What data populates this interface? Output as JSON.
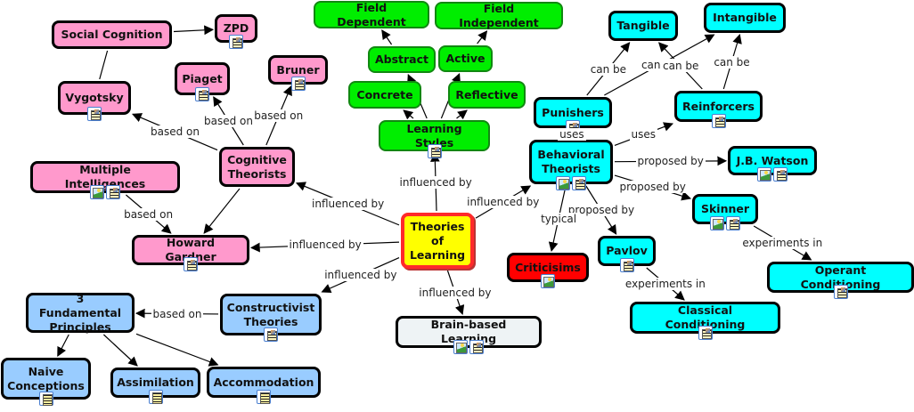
{
  "title": "Theories of Learning",
  "colors": {
    "cognitive": "#ff99cc",
    "learning_styles": "#00ee00",
    "behavioral": "#00ffff",
    "constructivist": "#99ccff",
    "root": "#ffff00",
    "root_border": "#ff2a2a",
    "criticisms": "#ff0000",
    "brain": "#eef3f5"
  },
  "nodes": {
    "root": {
      "label": "Theories of Learning",
      "lines": [
        "Theories",
        "of",
        "Learning"
      ],
      "icons": []
    },
    "social_cognition": {
      "label": "Social Cognition",
      "icons": []
    },
    "zpd": {
      "label": "ZPD",
      "icons": [
        "document-icon"
      ]
    },
    "vygotsky": {
      "label": "Vygotsky",
      "icons": [
        "document-icon"
      ]
    },
    "piaget": {
      "label": "Piaget",
      "icons": [
        "document-icon"
      ]
    },
    "bruner": {
      "label": "Bruner",
      "icons": [
        "document-icon"
      ]
    },
    "cognitive_theorists": {
      "label": "Cognitive Theorists",
      "lines": [
        "Cognitive",
        "Theorists"
      ],
      "icons": []
    },
    "multiple_intelligences": {
      "label": "Multiple Intelligences",
      "icons": [
        "image-icon",
        "document-icon"
      ]
    },
    "howard_gardner": {
      "label": "Howard Gardner",
      "icons": [
        "document-icon"
      ]
    },
    "field_dependent": {
      "label": "Field Dependent",
      "icons": []
    },
    "field_independent": {
      "label": "Field Independent",
      "icons": []
    },
    "abstract": {
      "label": "Abstract",
      "icons": []
    },
    "active": {
      "label": "Active",
      "icons": []
    },
    "concrete": {
      "label": "Concrete",
      "icons": []
    },
    "reflective": {
      "label": "Reflective",
      "icons": []
    },
    "learning_styles": {
      "label": "Learning Styles",
      "icons": [
        "document-icon"
      ]
    },
    "tangible": {
      "label": "Tangible",
      "icons": []
    },
    "intangible": {
      "label": "Intangible",
      "icons": []
    },
    "punishers": {
      "label": "Punishers",
      "icons": [
        "document-icon"
      ]
    },
    "reinforcers": {
      "label": "Reinforcers",
      "icons": [
        "document-icon"
      ]
    },
    "behavioral_theorists": {
      "label": "Behavioral Theorists",
      "lines": [
        "Behavioral",
        "Theorists"
      ],
      "icons": [
        "image-icon",
        "document-icon"
      ]
    },
    "jb_watson": {
      "label": "J.B. Watson",
      "icons": [
        "image-icon",
        "document-icon"
      ]
    },
    "skinner": {
      "label": "Skinner",
      "icons": [
        "image-icon",
        "document-icon"
      ]
    },
    "pavlov": {
      "label": "Pavlov",
      "icons": [
        "document-icon"
      ]
    },
    "criticisms": {
      "label": "Criticisims",
      "icons": [
        "image-icon"
      ]
    },
    "operant_conditioning": {
      "label": "Operant Conditioning",
      "icons": [
        "document-icon"
      ]
    },
    "classical_conditioning": {
      "label": "Classical Conditioning",
      "icons": [
        "document-icon"
      ]
    },
    "constructivist_theories": {
      "label": "Constructivist Theories",
      "lines": [
        "Constructivist",
        "Theories"
      ],
      "icons": [
        "document-icon"
      ]
    },
    "three_fundamental_principles": {
      "label": "3 Fundamental Principles",
      "lines": [
        "3 Fundamental",
        "Principles"
      ],
      "icons": []
    },
    "naive_conceptions": {
      "label": "Naive Conceptions",
      "lines": [
        "Naive",
        "Conceptions"
      ],
      "icons": [
        "note-icon"
      ]
    },
    "assimilation": {
      "label": "Assimilation",
      "icons": [
        "note-icon"
      ]
    },
    "accommodation": {
      "label": "Accommodation",
      "icons": [
        "note-icon"
      ]
    },
    "brain_based_learning": {
      "label": "Brain-based Learning",
      "icons": [
        "image-icon",
        "document-icon"
      ]
    }
  },
  "links": [
    {
      "from": "root",
      "to": "cognitive_theorists",
      "label": "influenced by"
    },
    {
      "from": "root",
      "to": "howard_gardner",
      "label": "influenced by"
    },
    {
      "from": "root",
      "to": "constructivist_theories",
      "label": "influenced by"
    },
    {
      "from": "root",
      "to": "brain_based_learning",
      "label": "influenced by"
    },
    {
      "from": "root",
      "to": "learning_styles",
      "label": "influenced by"
    },
    {
      "from": "root",
      "to": "behavioral_theorists",
      "label": "influenced by"
    },
    {
      "from": "social_cognition",
      "to": "zpd",
      "label": ""
    },
    {
      "from": "social_cognition",
      "to": "vygotsky",
      "label": ""
    },
    {
      "from": "cognitive_theorists",
      "to": "vygotsky",
      "label": "based on"
    },
    {
      "from": "cognitive_theorists",
      "to": "piaget",
      "label": "based on"
    },
    {
      "from": "cognitive_theorists",
      "to": "bruner",
      "label": "based on"
    },
    {
      "from": "cognitive_theorists",
      "to": "howard_gardner",
      "label": ""
    },
    {
      "from": "multiple_intelligences",
      "to": "howard_gardner",
      "label": "based on"
    },
    {
      "from": "learning_styles",
      "to": "abstract",
      "label": ""
    },
    {
      "from": "learning_styles",
      "to": "active",
      "label": ""
    },
    {
      "from": "learning_styles",
      "to": "concrete",
      "label": ""
    },
    {
      "from": "learning_styles",
      "to": "reflective",
      "label": ""
    },
    {
      "from": "abstract",
      "to": "field_dependent",
      "label": ""
    },
    {
      "from": "active",
      "to": "field_independent",
      "label": ""
    },
    {
      "from": "behavioral_theorists",
      "to": "punishers",
      "label": "uses"
    },
    {
      "from": "behavioral_theorists",
      "to": "reinforcers",
      "label": "uses"
    },
    {
      "from": "punishers",
      "to": "tangible",
      "label": "can be"
    },
    {
      "from": "punishers",
      "to": "intangible",
      "label": "can be"
    },
    {
      "from": "reinforcers",
      "to": "tangible",
      "label": "can be"
    },
    {
      "from": "reinforcers",
      "to": "intangible",
      "label": "can be"
    },
    {
      "from": "behavioral_theorists",
      "to": "jb_watson",
      "label": "proposed by"
    },
    {
      "from": "behavioral_theorists",
      "to": "skinner",
      "label": "proposed by"
    },
    {
      "from": "behavioral_theorists",
      "to": "pavlov",
      "label": "proposed by"
    },
    {
      "from": "behavioral_theorists",
      "to": "criticisms",
      "label": "typical"
    },
    {
      "from": "skinner",
      "to": "operant_conditioning",
      "label": "experiments in"
    },
    {
      "from": "pavlov",
      "to": "classical_conditioning",
      "label": "experiments in"
    },
    {
      "from": "constructivist_theories",
      "to": "three_fundamental_principles",
      "label": "based on"
    },
    {
      "from": "three_fundamental_principles",
      "to": "naive_conceptions",
      "label": ""
    },
    {
      "from": "three_fundamental_principles",
      "to": "assimilation",
      "label": ""
    },
    {
      "from": "three_fundamental_principles",
      "to": "accommodation",
      "label": ""
    }
  ]
}
